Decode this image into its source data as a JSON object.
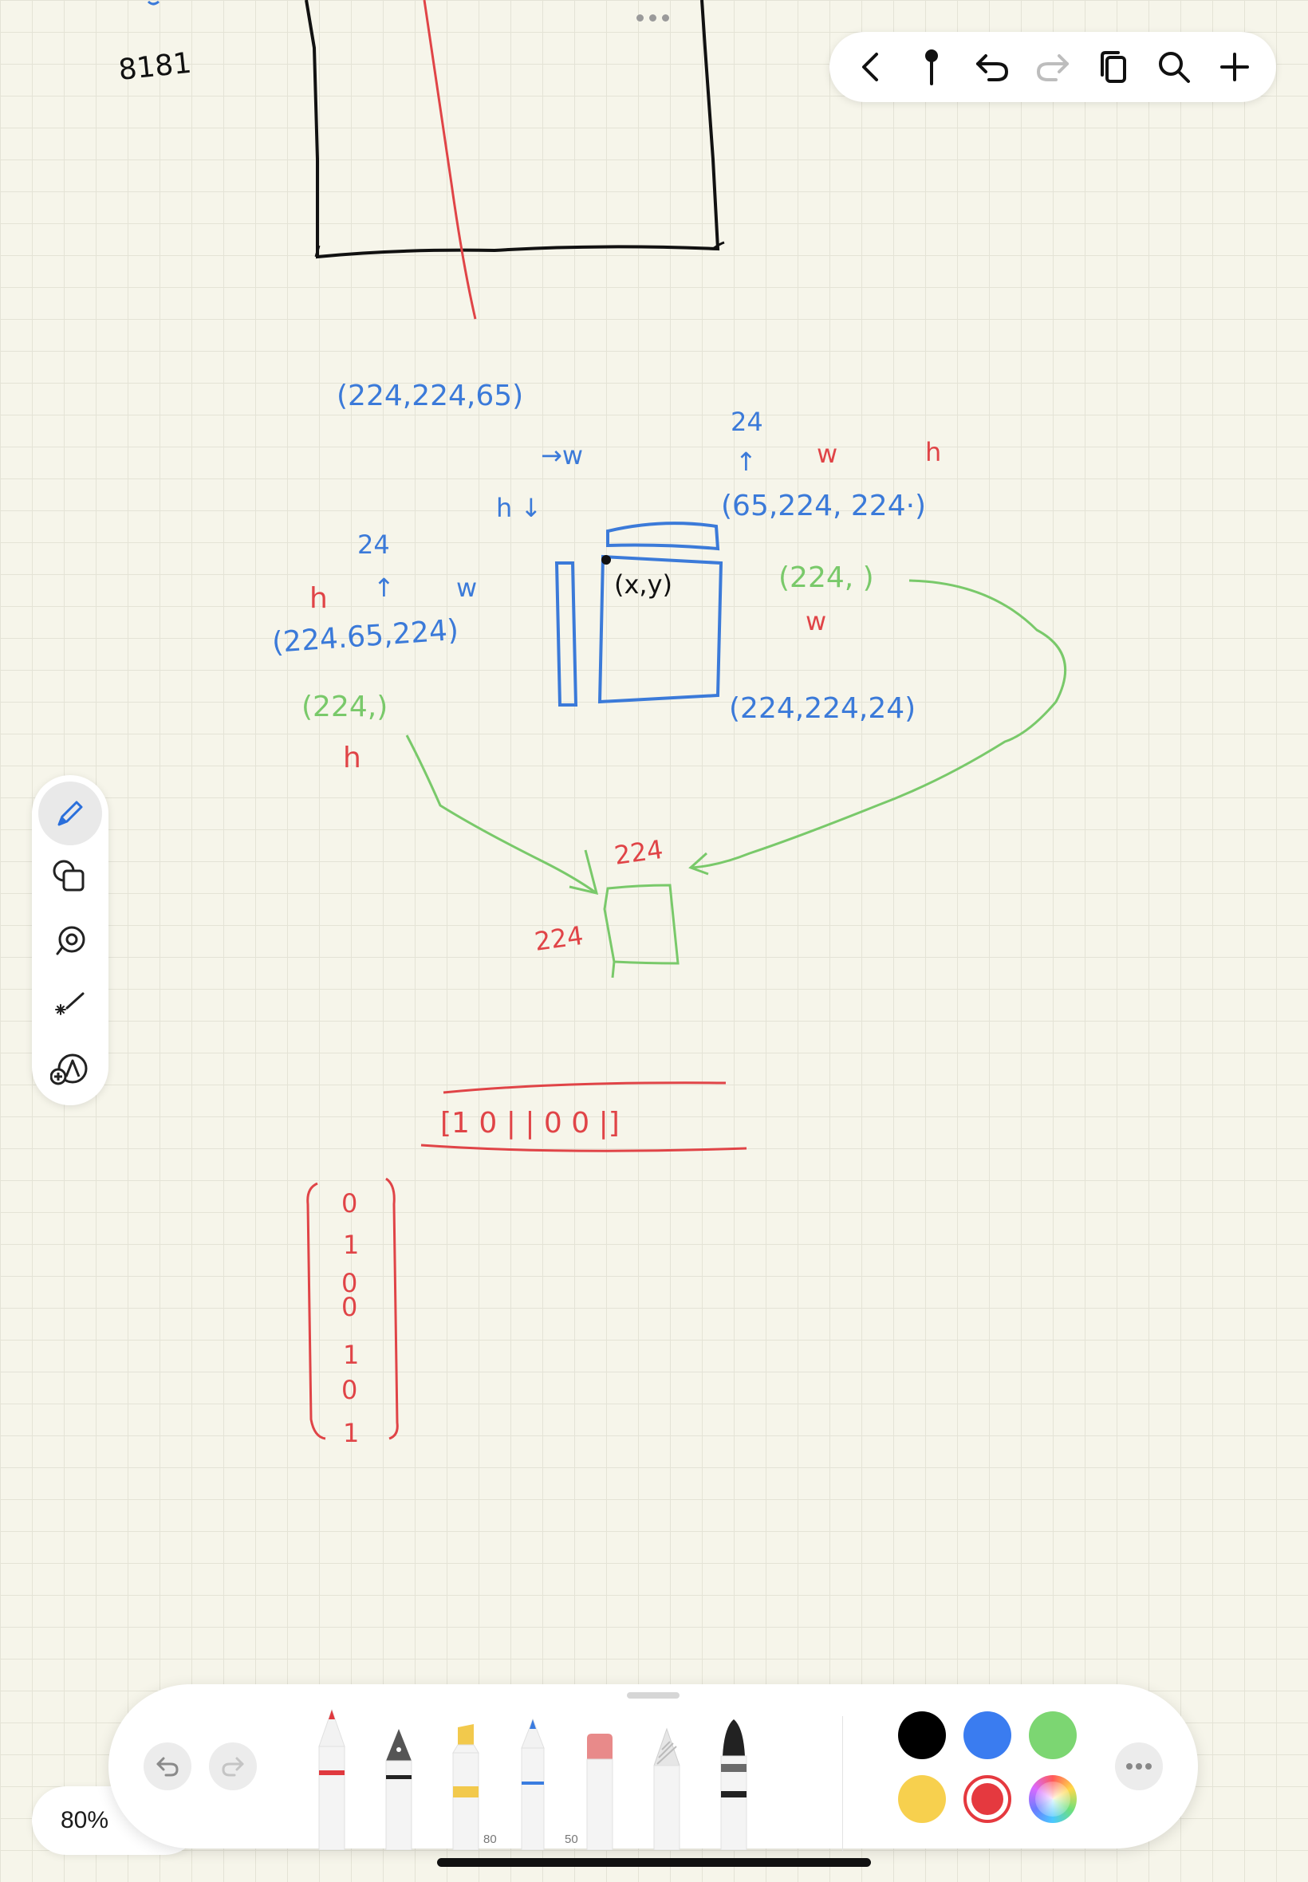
{
  "canvas": {
    "labels": {
      "top_number": "8181",
      "shape_1": "(224,224,65)",
      "arrow_w": "→w",
      "label_h_down": "h ↓",
      "num_24_top": "24",
      "up_arrow": "↑",
      "w_red_top": "w",
      "h_red_top": "h",
      "shape_2": "(65,224,   224·)",
      "num_24_left": "24",
      "h_red_left": "h",
      "w_blue_left": "w",
      "shape_3": "(224.65,224)",
      "green_left": "(224,)",
      "h_red_below": "h",
      "xy_label": "(x,y)",
      "green_right": "(224, )",
      "w_red_right": "w",
      "shape_4": "(224,224,24)",
      "box_top": "224",
      "box_left": "224",
      "vector_row": "[1 0  | |  0 0 |]",
      "col_1": "0",
      "col_2": "1",
      "col_3": "0",
      "col_4": "0",
      "col_5": "1",
      "col_6": "0",
      "col_7": "1"
    }
  },
  "top_toolbar": {
    "icons": [
      "chevron-left-icon",
      "pin-icon",
      "undo-icon",
      "redo-icon",
      "pages-icon",
      "search-icon",
      "plus-icon"
    ]
  },
  "left_rail": {
    "icons": [
      "pencil-icon",
      "shapes-icon",
      "lasso-icon",
      "magic-wand-icon",
      "add-shape-icon"
    ],
    "active": "pencil-icon"
  },
  "zoom": {
    "label": "80%"
  },
  "palette": {
    "tools": [
      {
        "name": "pencil",
        "accent": "#e0393e"
      },
      {
        "name": "fountain-pen",
        "accent": "#222222"
      },
      {
        "name": "highlighter",
        "accent": "#f2c94c",
        "value": "80"
      },
      {
        "name": "ballpoint",
        "accent": "#3a7ce0",
        "value": "50"
      },
      {
        "name": "eraser",
        "accent": "#e88a8a"
      },
      {
        "name": "lasso-pencil",
        "accent": "#bbbbbb"
      },
      {
        "name": "marker",
        "accent": "#222222"
      }
    ],
    "colors": [
      "#000000",
      "#3a7cf0",
      "#7cd672",
      "#f7d04e",
      "#e5393f",
      "rainbow"
    ],
    "selected_color": "#e5393f"
  },
  "colors": {
    "ink_black": "#111111",
    "ink_red": "#e04447",
    "ink_blue": "#3b7ad9",
    "ink_green": "#79c96a"
  }
}
